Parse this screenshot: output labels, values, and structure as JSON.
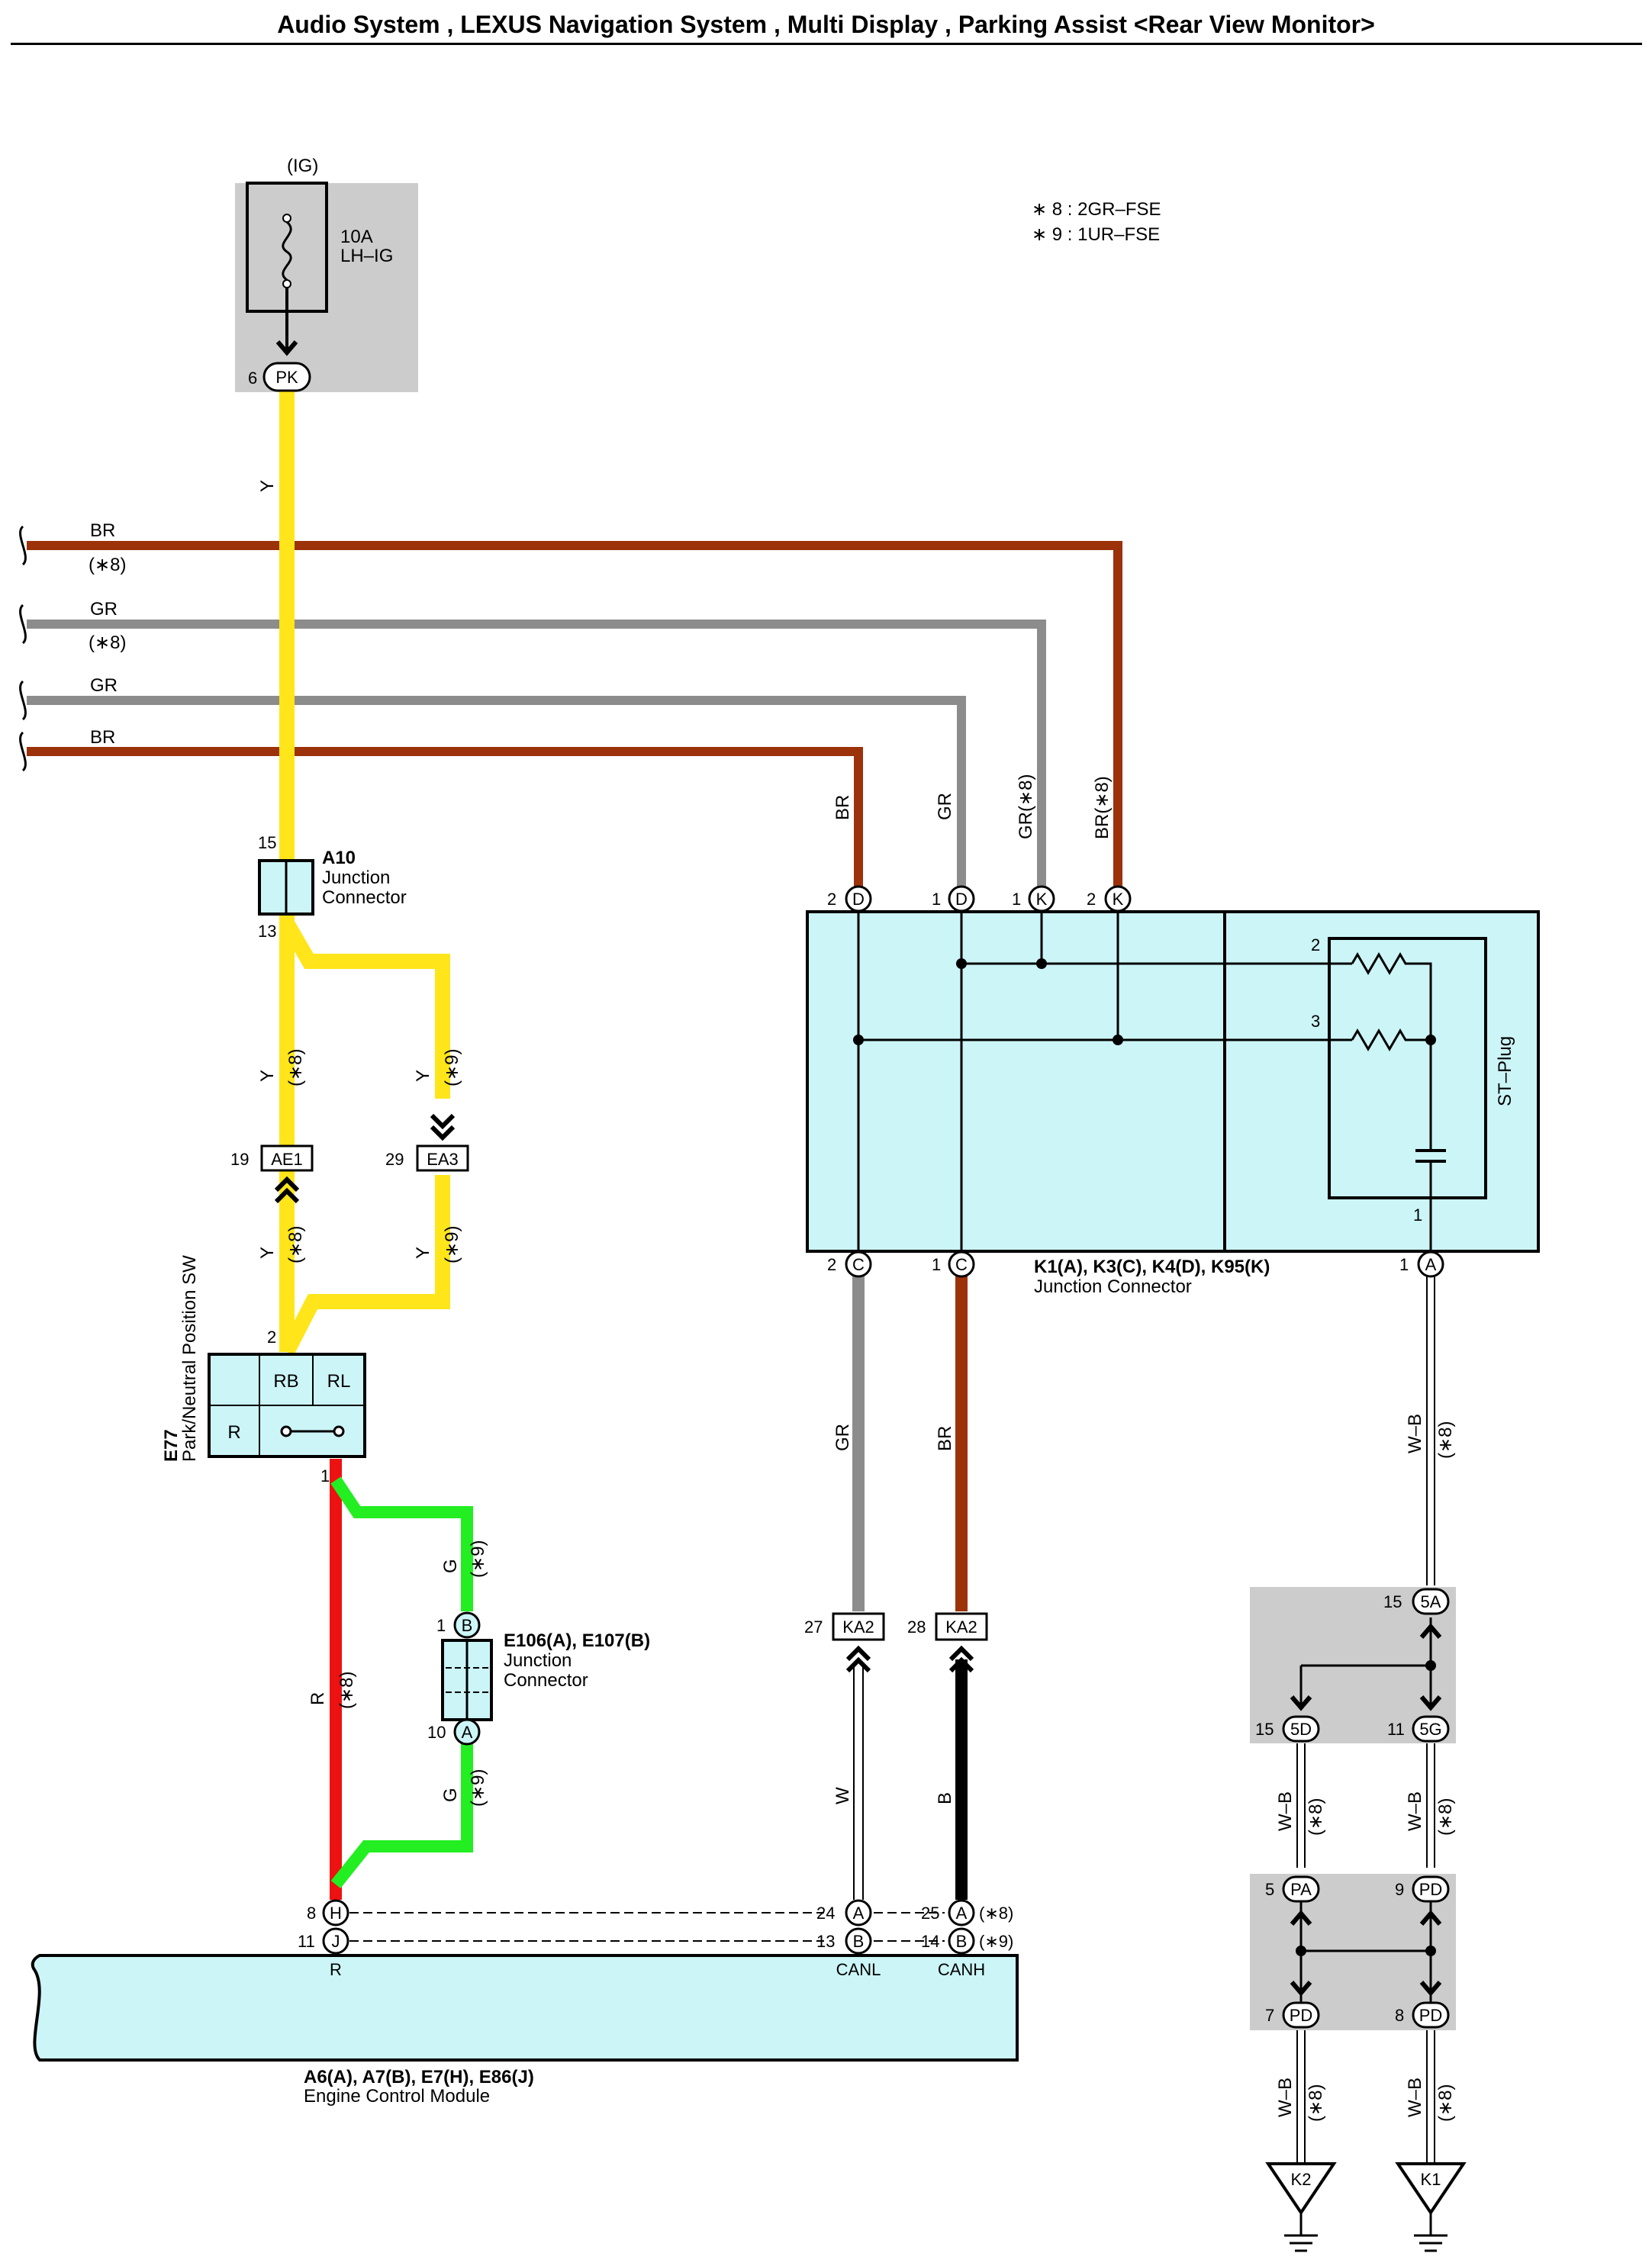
{
  "header": {
    "title": "Audio System , LEXUS Navigation System , Multi Display , Parking Assist <Rear View Monitor>"
  },
  "colors": {
    "Y": "#ffe51a",
    "BR": "#9b3209",
    "GR": "#8c8c8c",
    "R": "#ee1111",
    "G": "#22ee22",
    "B": "#000000",
    "module_fill": "#ccf5f7",
    "fuse_box": "#cccccc"
  },
  "notes": [
    "∗ 8 : 2GR–FSE",
    "∗ 9 : 1UR–FSE"
  ],
  "fuse": {
    "ig": "(IG)",
    "rating": "10A",
    "name": "LH–IG",
    "pin": "6",
    "connector": "PK"
  },
  "wire_labels": {
    "y": "Y",
    "br": "BR",
    "gr": "GR",
    "br8": "(∗8)",
    "gr8": "(∗8)",
    "y8": "(∗8)",
    "y9": "(∗9)",
    "r": "R",
    "r8": "(∗8)",
    "g": "G",
    "g9": "(∗9)",
    "w": "W",
    "b": "B",
    "wb": "W–B",
    "wb8": "(∗8)",
    "gr_k": "GR(∗8)",
    "br_k": "BR(∗8)"
  },
  "a10": {
    "id": "A10",
    "name_line1": "Junction",
    "name_line2": "Connector",
    "pin_top": "15",
    "pin_bottom": "13"
  },
  "ae1": {
    "pin": "19",
    "code": "AE1"
  },
  "ea3": {
    "pin": "29",
    "code": "EA3"
  },
  "e77": {
    "id": "E77",
    "name": "Park/Neutral Position SW",
    "pin_top": "2",
    "pin_bottom": "1",
    "cells": [
      "RB",
      "RL",
      "R"
    ]
  },
  "e106": {
    "id": "E106(A), E107(B)",
    "name_line1": "Junction",
    "name_line2": "Connector",
    "pin_b": "1",
    "letter_b": "B",
    "pin_a": "10",
    "letter_a": "A"
  },
  "jc": {
    "id": "K1(A), K3(C), K4(D), K95(K)",
    "name": "Junction Connector",
    "st_plug": "ST–Plug",
    "top_pins": [
      {
        "num": "2",
        "letter": "D"
      },
      {
        "num": "1",
        "letter": "D"
      },
      {
        "num": "1",
        "letter": "K"
      },
      {
        "num": "2",
        "letter": "K"
      }
    ],
    "bottom_pins": [
      {
        "num": "2",
        "letter": "C"
      },
      {
        "num": "1",
        "letter": "C"
      },
      {
        "num": "1",
        "letter": "A"
      }
    ],
    "internal_pins": [
      "2",
      "3",
      "1"
    ]
  },
  "ka2": [
    {
      "pin": "27",
      "code": "KA2"
    },
    {
      "pin": "28",
      "code": "KA2"
    }
  ],
  "ecm": {
    "id": "A6(A), A7(B), E7(H), E86(J)",
    "name": "Engine Control Module",
    "pins": [
      {
        "num": "8",
        "letter": "H"
      },
      {
        "num": "11",
        "letter": "J"
      },
      {
        "num": "24",
        "letter": "A"
      },
      {
        "num": "13",
        "letter": "B"
      },
      {
        "num": "25",
        "letter": "A",
        "note": "(∗8)"
      },
      {
        "num": "14",
        "letter": "B",
        "note": "(∗9)"
      }
    ],
    "labels": [
      "R",
      "CANL",
      "CANH"
    ]
  },
  "splice1": {
    "top_pin": "15",
    "top_code": "5A",
    "left_pin": "15",
    "left_code": "5D",
    "right_pin": "11",
    "right_code": "5G"
  },
  "splice2": {
    "tl_pin": "5",
    "tl_code": "PA",
    "tr_pin": "9",
    "tr_code": "PD",
    "bl_pin": "7",
    "bl_code": "PD",
    "br_pin": "8",
    "br_code": "PD"
  },
  "grounds": [
    "K2",
    "K1"
  ]
}
